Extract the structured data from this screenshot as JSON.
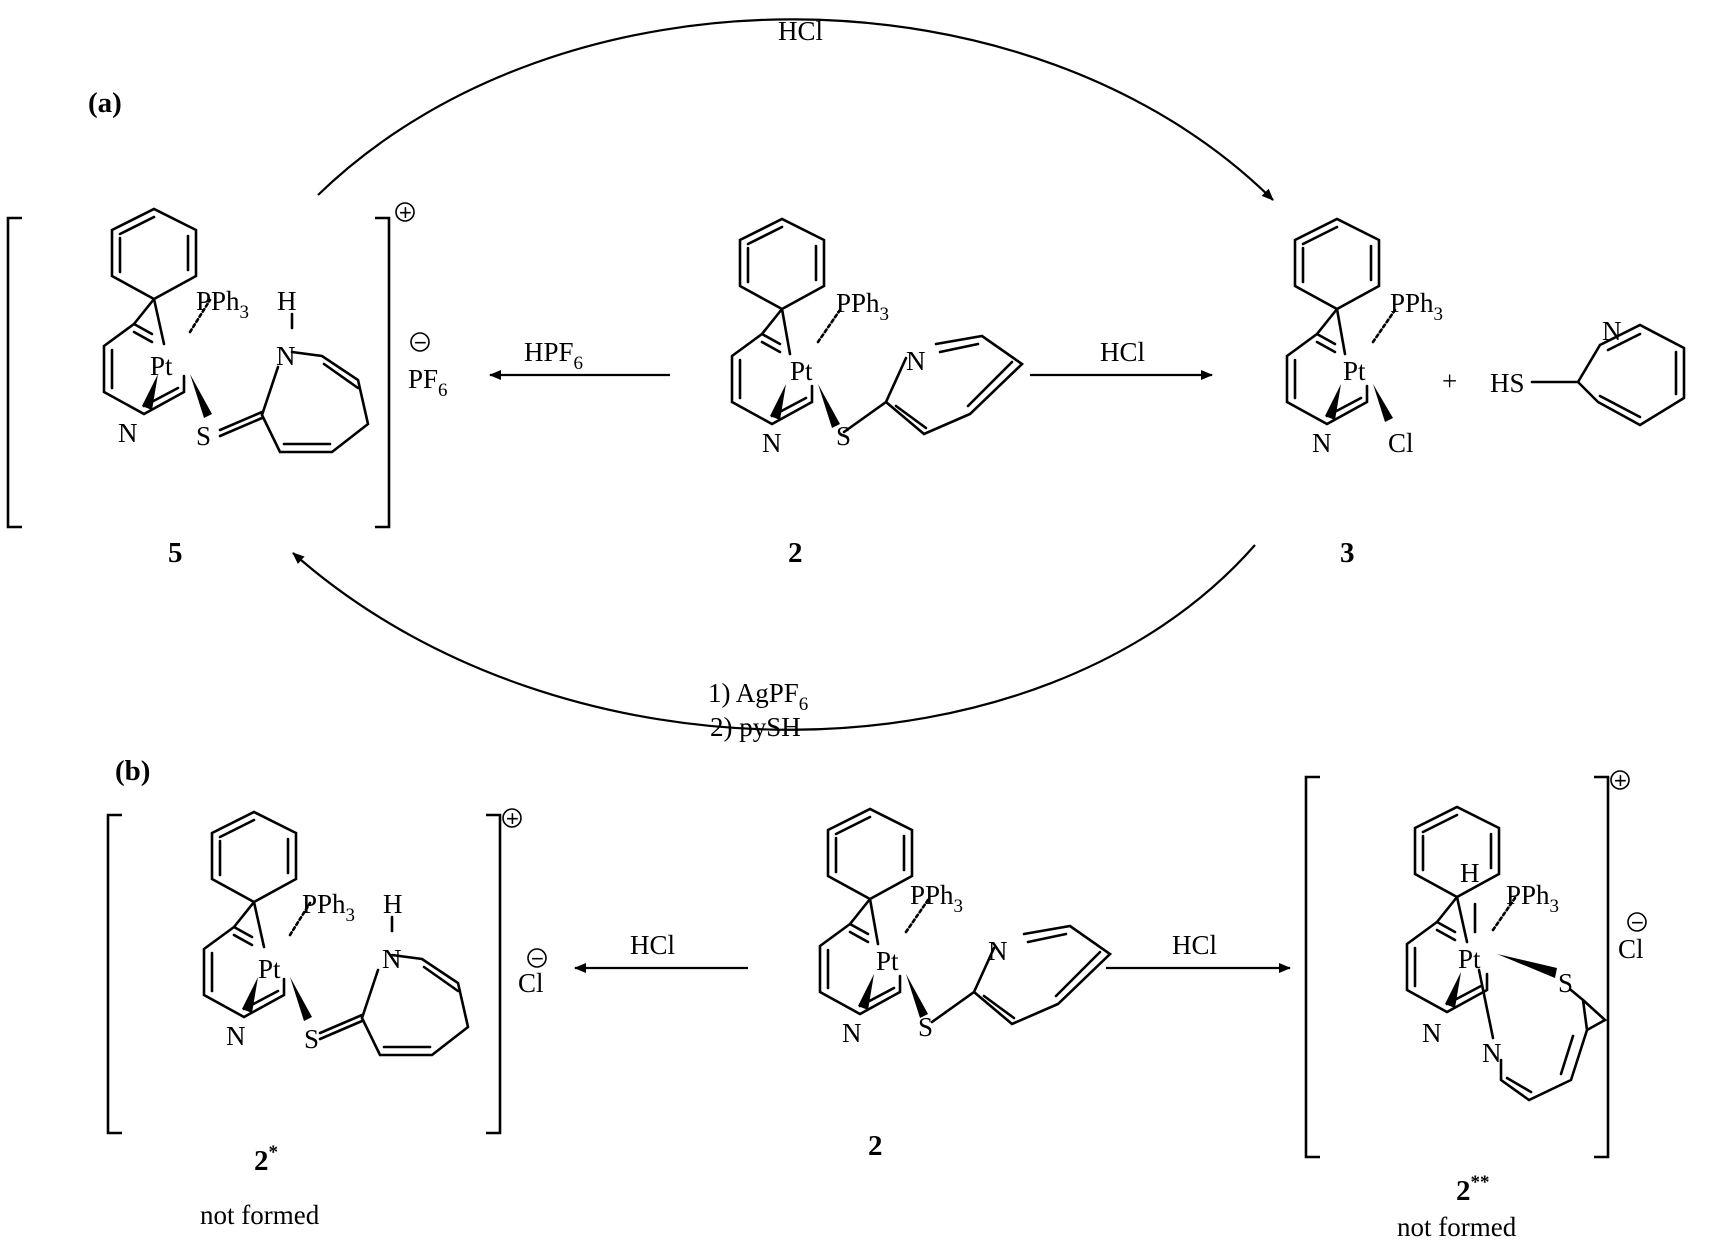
{
  "panels": {
    "a_label": "(a)",
    "b_label": "(b)"
  },
  "compounds": {
    "c5": "5",
    "c2a": "2",
    "c3": "3",
    "c2b": "2",
    "c2star_main": "2",
    "c2star_sup": "*",
    "c2ss_main": "2",
    "c2ss_sup": "**",
    "not_formed_1": "not formed",
    "not_formed_2": "not formed"
  },
  "atoms": {
    "pt": "Pt",
    "n": "N",
    "s": "S",
    "h": "H",
    "cl": "Cl",
    "hs": "HS",
    "pph3": "PPh",
    "pph3_sub": "3",
    "plus": "+",
    "pf6": "PF",
    "pf6_sub": "6"
  },
  "reagents": {
    "top_arc": "HCl",
    "a_left": "HPF",
    "a_left_sub": "6",
    "a_right": "HCl",
    "bottom_arc_1_main": "1) AgPF",
    "bottom_arc_1_sub": "6",
    "bottom_arc_2": "2) pySH",
    "b_left": "HCl",
    "b_right": "HCl"
  },
  "charges": {
    "cation": "+",
    "anion": "−",
    "chloride": "Cl"
  }
}
